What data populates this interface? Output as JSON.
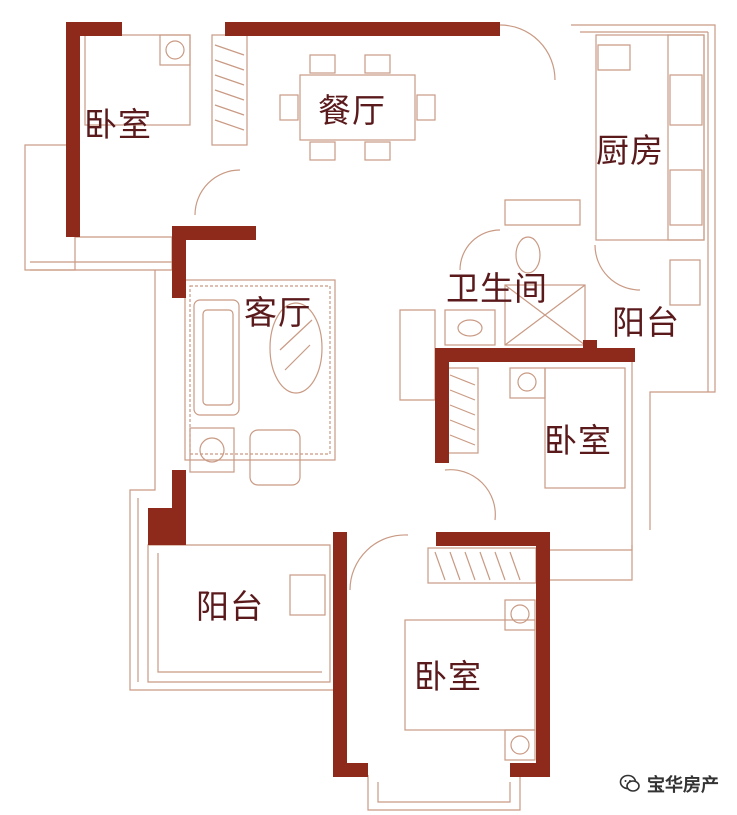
{
  "colors": {
    "wall": "#8e2a1b",
    "line": "#c99a84",
    "label": "#5a1a1c",
    "background": "#ffffff"
  },
  "rooms": {
    "bedroom_top_left": "卧室",
    "dining": "餐厅",
    "kitchen": "厨房",
    "living": "客厅",
    "bathroom": "卫生间",
    "balcony_right": "阳台",
    "bedroom_middle": "卧室",
    "balcony_left": "阳台",
    "bedroom_bottom": "卧室"
  },
  "watermark": {
    "text": "宝华房产",
    "icon": "wechat-icon"
  }
}
